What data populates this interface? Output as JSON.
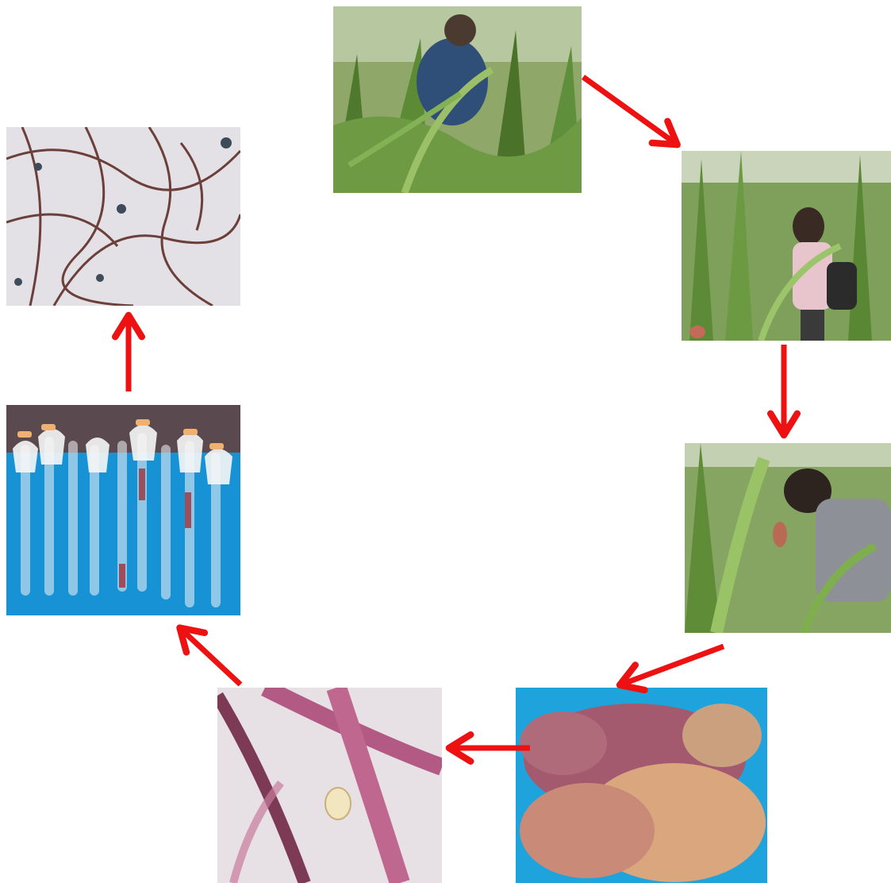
{
  "diagram": {
    "type": "cycle",
    "arrow_color": "#ee1111",
    "steps": [
      {
        "id": "field-inspection",
        "icon": "man-in-maize-field-photo"
      },
      {
        "id": "silk-collection",
        "icon": "woman-in-maize-field-photo"
      },
      {
        "id": "ear-examination",
        "icon": "person-examining-maize-ear-photo"
      },
      {
        "id": "silk-sample",
        "icon": "maize-silk-pile-photo"
      },
      {
        "id": "microscopy",
        "icon": "silk-with-egg-microscope-photo"
      },
      {
        "id": "test-tube-rearing",
        "icon": "test-tubes-photo"
      },
      {
        "id": "silk-with-eggs",
        "icon": "silk-strands-with-eggs-photo"
      }
    ],
    "flow": [
      [
        "field-inspection",
        "silk-collection"
      ],
      [
        "silk-collection",
        "ear-examination"
      ],
      [
        "ear-examination",
        "silk-sample"
      ],
      [
        "silk-sample",
        "microscopy"
      ],
      [
        "microscopy",
        "test-tube-rearing"
      ],
      [
        "test-tube-rearing",
        "silk-with-eggs"
      ]
    ]
  }
}
